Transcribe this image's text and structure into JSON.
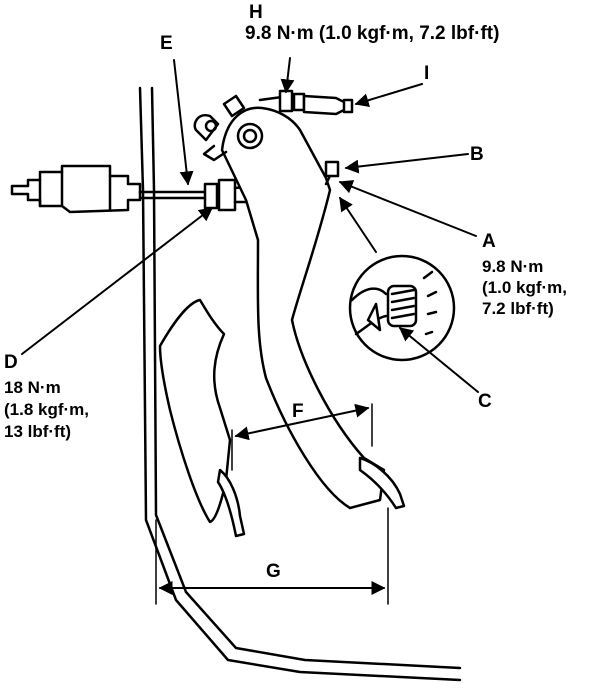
{
  "callouts": {
    "A": {
      "letter": "A",
      "spec": [
        "9.8 N·m",
        "(1.0 kgf·m,",
        "7.2 lbf·ft)"
      ]
    },
    "B": {
      "letter": "B"
    },
    "C": {
      "letter": "C"
    },
    "D": {
      "letter": "D",
      "spec": [
        "18 N·m",
        "(1.8 kgf·m,",
        "13 lbf·ft)"
      ]
    },
    "E": {
      "letter": "E"
    },
    "F": {
      "letter": "F"
    },
    "G": {
      "letter": "G"
    },
    "H": {
      "letter": "H",
      "spec": "9.8 N·m (1.0 kgf·m, 7.2 lbf·ft)"
    },
    "I": {
      "letter": "I"
    }
  }
}
